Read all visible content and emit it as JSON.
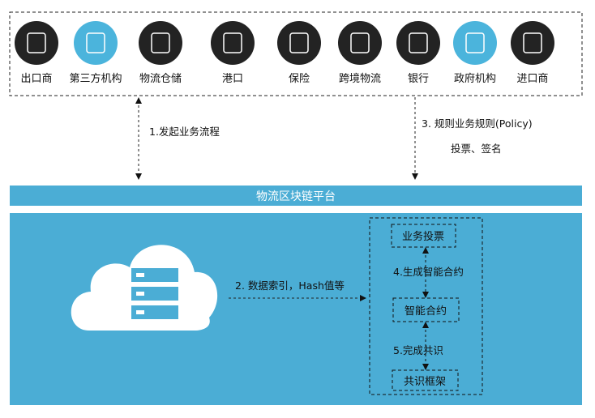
{
  "participants": [
    {
      "label": "出口商",
      "icon": "user-export-icon",
      "style": "dark"
    },
    {
      "label": "第三方机构",
      "icon": "certificate-stamp-icon",
      "style": "blue"
    },
    {
      "label": "物流仓储",
      "icon": "warehouse-truck-icon",
      "style": "dark"
    },
    {
      "label": "港口",
      "icon": "port-ship-icon",
      "style": "dark"
    },
    {
      "label": "保险",
      "icon": "shield-check-icon",
      "style": "dark"
    },
    {
      "label": "跨境物流",
      "icon": "cargo-ship-icon",
      "style": "dark"
    },
    {
      "label": "银行",
      "icon": "bank-icon",
      "style": "dark"
    },
    {
      "label": "政府机构",
      "icon": "certificate-stamp-icon",
      "style": "blue"
    },
    {
      "label": "进口商",
      "icon": "user-import-icon",
      "style": "dark"
    }
  ],
  "steps": {
    "step1": "1.发起业务流程",
    "step2": "2. 数据索引，Hash值等",
    "step3": "3. 规则业务规则(Policy)",
    "step3_sub": "投票、签名",
    "step4": "4.生成智能合约",
    "step5": "5.完成共识"
  },
  "platform": {
    "title": "物流区块链平台"
  },
  "boxes": {
    "vote": "业务投票",
    "contract": "智能合约",
    "consensus": "共识框架"
  },
  "colors": {
    "accent": "#4badd5",
    "dark": "#232323",
    "icon_blue": "#4bb4dc"
  }
}
